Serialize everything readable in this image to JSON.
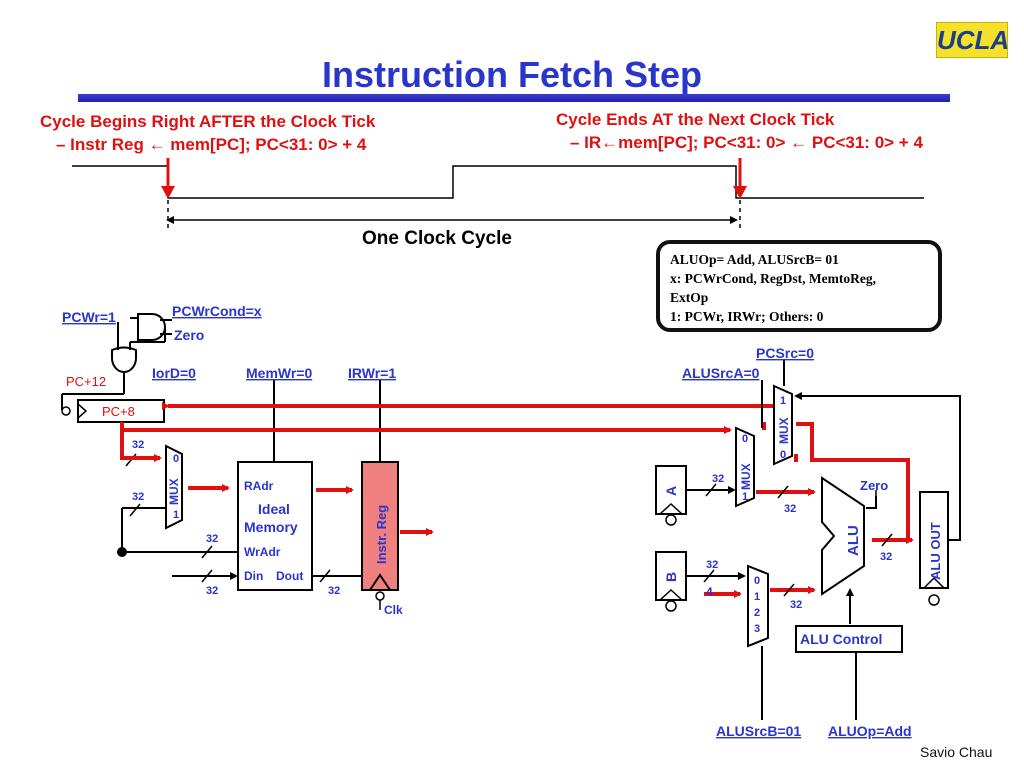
{
  "logo": "UCLA",
  "title": "Instruction Fetch Step",
  "header_left": {
    "line1": "Cycle Begins Right AFTER the Clock Tick",
    "line2": "– Instr Reg ← mem[PC]; PC<31: 0> + 4"
  },
  "header_right": {
    "line1": "Cycle Ends AT the Next Clock Tick",
    "line2": "– IR←mem[PC]; PC<31: 0> ← PC<31: 0> + 4"
  },
  "timing": {
    "label": "One Clock Cycle"
  },
  "note_box": {
    "lines": [
      "ALUOp= Add, ALUSrcB= 01",
      "x: PCWrCond, RegDst, MemtoReg,",
      "ExtOp",
      "1: PCWr, IRWr; Others: 0"
    ]
  },
  "signals": {
    "pcwr": "PCWr=1",
    "pcwrcond": "PCWrCond=x",
    "zero_in": "Zero",
    "iord": "IorD=0",
    "memwr": "MemWr=0",
    "irwr": "IRWr=1",
    "pcsrc": "PCSrc=0",
    "alusrca": "ALUSrcA=0",
    "alusrcb": "ALUSrcB=01",
    "aluop": "ALUOp=Add"
  },
  "labels": {
    "pc_plus12": "PC+12",
    "pc_plus8": "PC+8",
    "mux": "MUX",
    "mux_in0": "0",
    "mux_in1": "1",
    "mem_radr": "RAdr",
    "mem_title1": "Ideal",
    "mem_title2": "Memory",
    "mem_wradr": "WrAdr",
    "mem_din": "Din",
    "mem_dout": "Dout",
    "ir": "Instr. Reg",
    "clk": "Clk",
    "reg_a": "A",
    "reg_b": "B",
    "alu": "ALU",
    "zero_out": "Zero",
    "alu_out": "ALU OUT",
    "alu_control": "ALU Control",
    "four": "4",
    "bus32": "32",
    "mux4_in": [
      "0",
      "1",
      "2",
      "3"
    ]
  },
  "footer": "Savio Chau",
  "colors": {
    "title": "#2a35c9",
    "accent_red": "#e01010",
    "signal_blue": "#2a35c9",
    "ir_fill": "#f08080"
  }
}
